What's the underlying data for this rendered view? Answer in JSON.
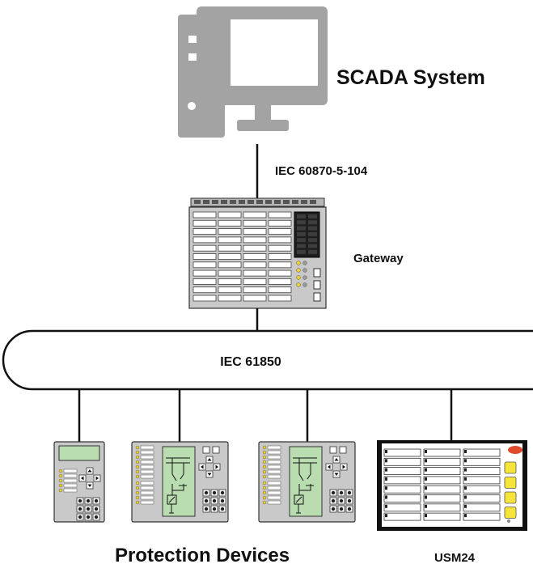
{
  "labels": {
    "scada": "SCADA System",
    "protocol_104": "IEC 60870-5-104",
    "gateway": "Gateway",
    "bus": "IEC 61850",
    "protection_devices": "Protection Devices",
    "usm24": "USM24"
  },
  "colors": {
    "pc_gray": "#a3a3a3",
    "device_body": "#c9c9c9",
    "lcd_green": "#b9dcb1",
    "usm_yellow": "#f6e43a",
    "line": "#111111"
  },
  "icons": [
    "computer-icon",
    "gateway-device-icon",
    "protection-relay-icon",
    "annunciator-icon"
  ]
}
